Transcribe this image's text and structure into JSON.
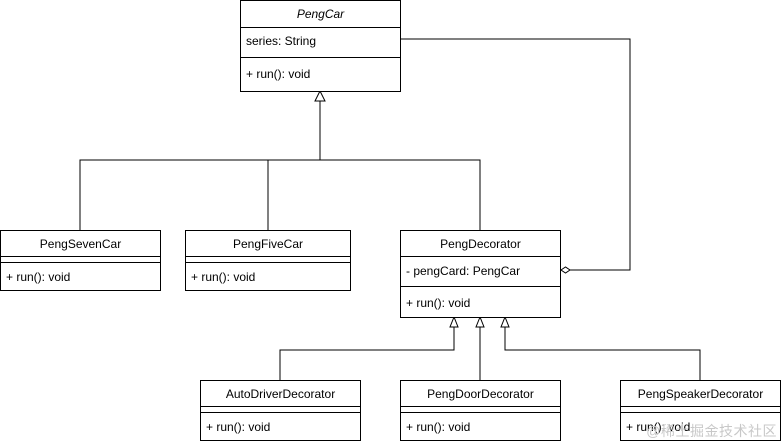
{
  "classes": {
    "peng_car": {
      "name": "PengCar",
      "attribute": "series: String",
      "method": "+ run(): void"
    },
    "peng_seven_car": {
      "name": "PengSevenCar",
      "method": "+ run(): void"
    },
    "peng_five_car": {
      "name": "PengFiveCar",
      "method": "+ run(): void"
    },
    "peng_decorator": {
      "name": "PengDecorator",
      "attribute": "- pengCard: PengCar",
      "method": "+ run(): void"
    },
    "auto_driver_decorator": {
      "name": "AutoDriverDecorator",
      "method": "+ run(): void"
    },
    "peng_door_decorator": {
      "name": "PengDoorDecorator",
      "method": "+ run(): void"
    },
    "peng_speaker_decorator": {
      "name": "PengSpeakerDecorator",
      "method": "+ run(): void"
    }
  },
  "watermark": "@稀土掘金技术社区"
}
